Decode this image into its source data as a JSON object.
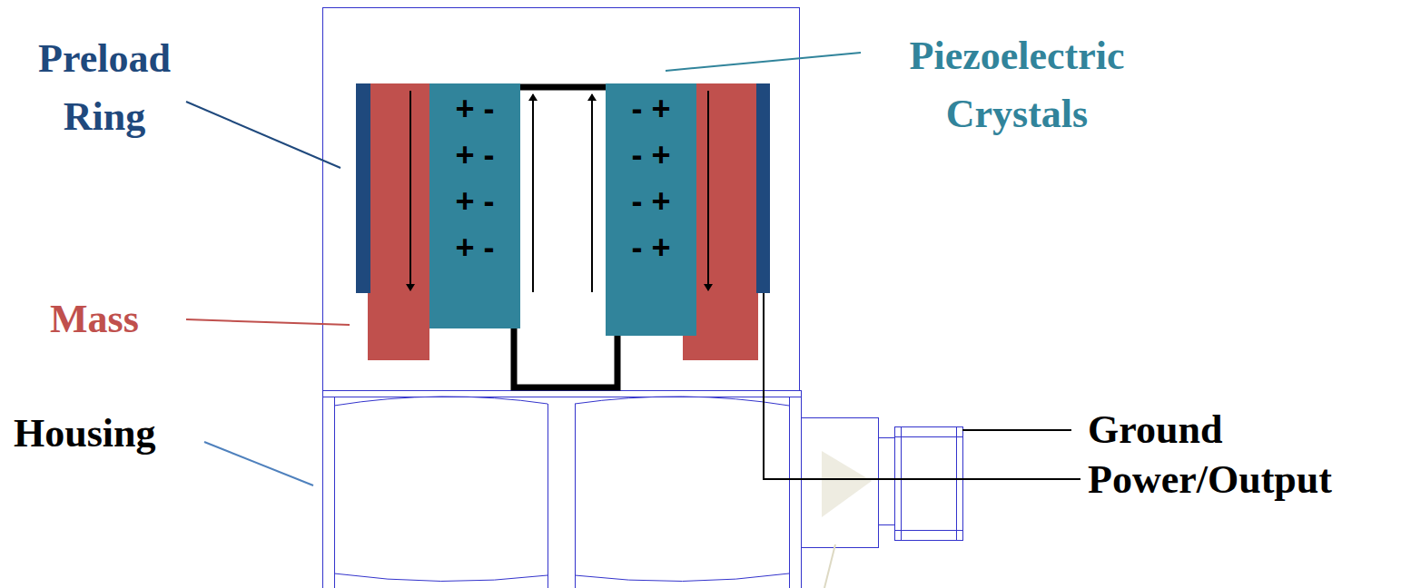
{
  "diagram": {
    "nodes": [
      {
        "text": [
          "+ -",
          "+ -",
          "+ -",
          "+ -"
        ]
      },
      {
        "text": [
          "- +",
          "- +",
          "- +",
          "- +"
        ]
      }
    ],
    "labels": [
      "Preload Ring",
      "Piezoelectric Crystals",
      "Mass",
      "Housing",
      "Ground",
      "Power/Output"
    ]
  }
}
